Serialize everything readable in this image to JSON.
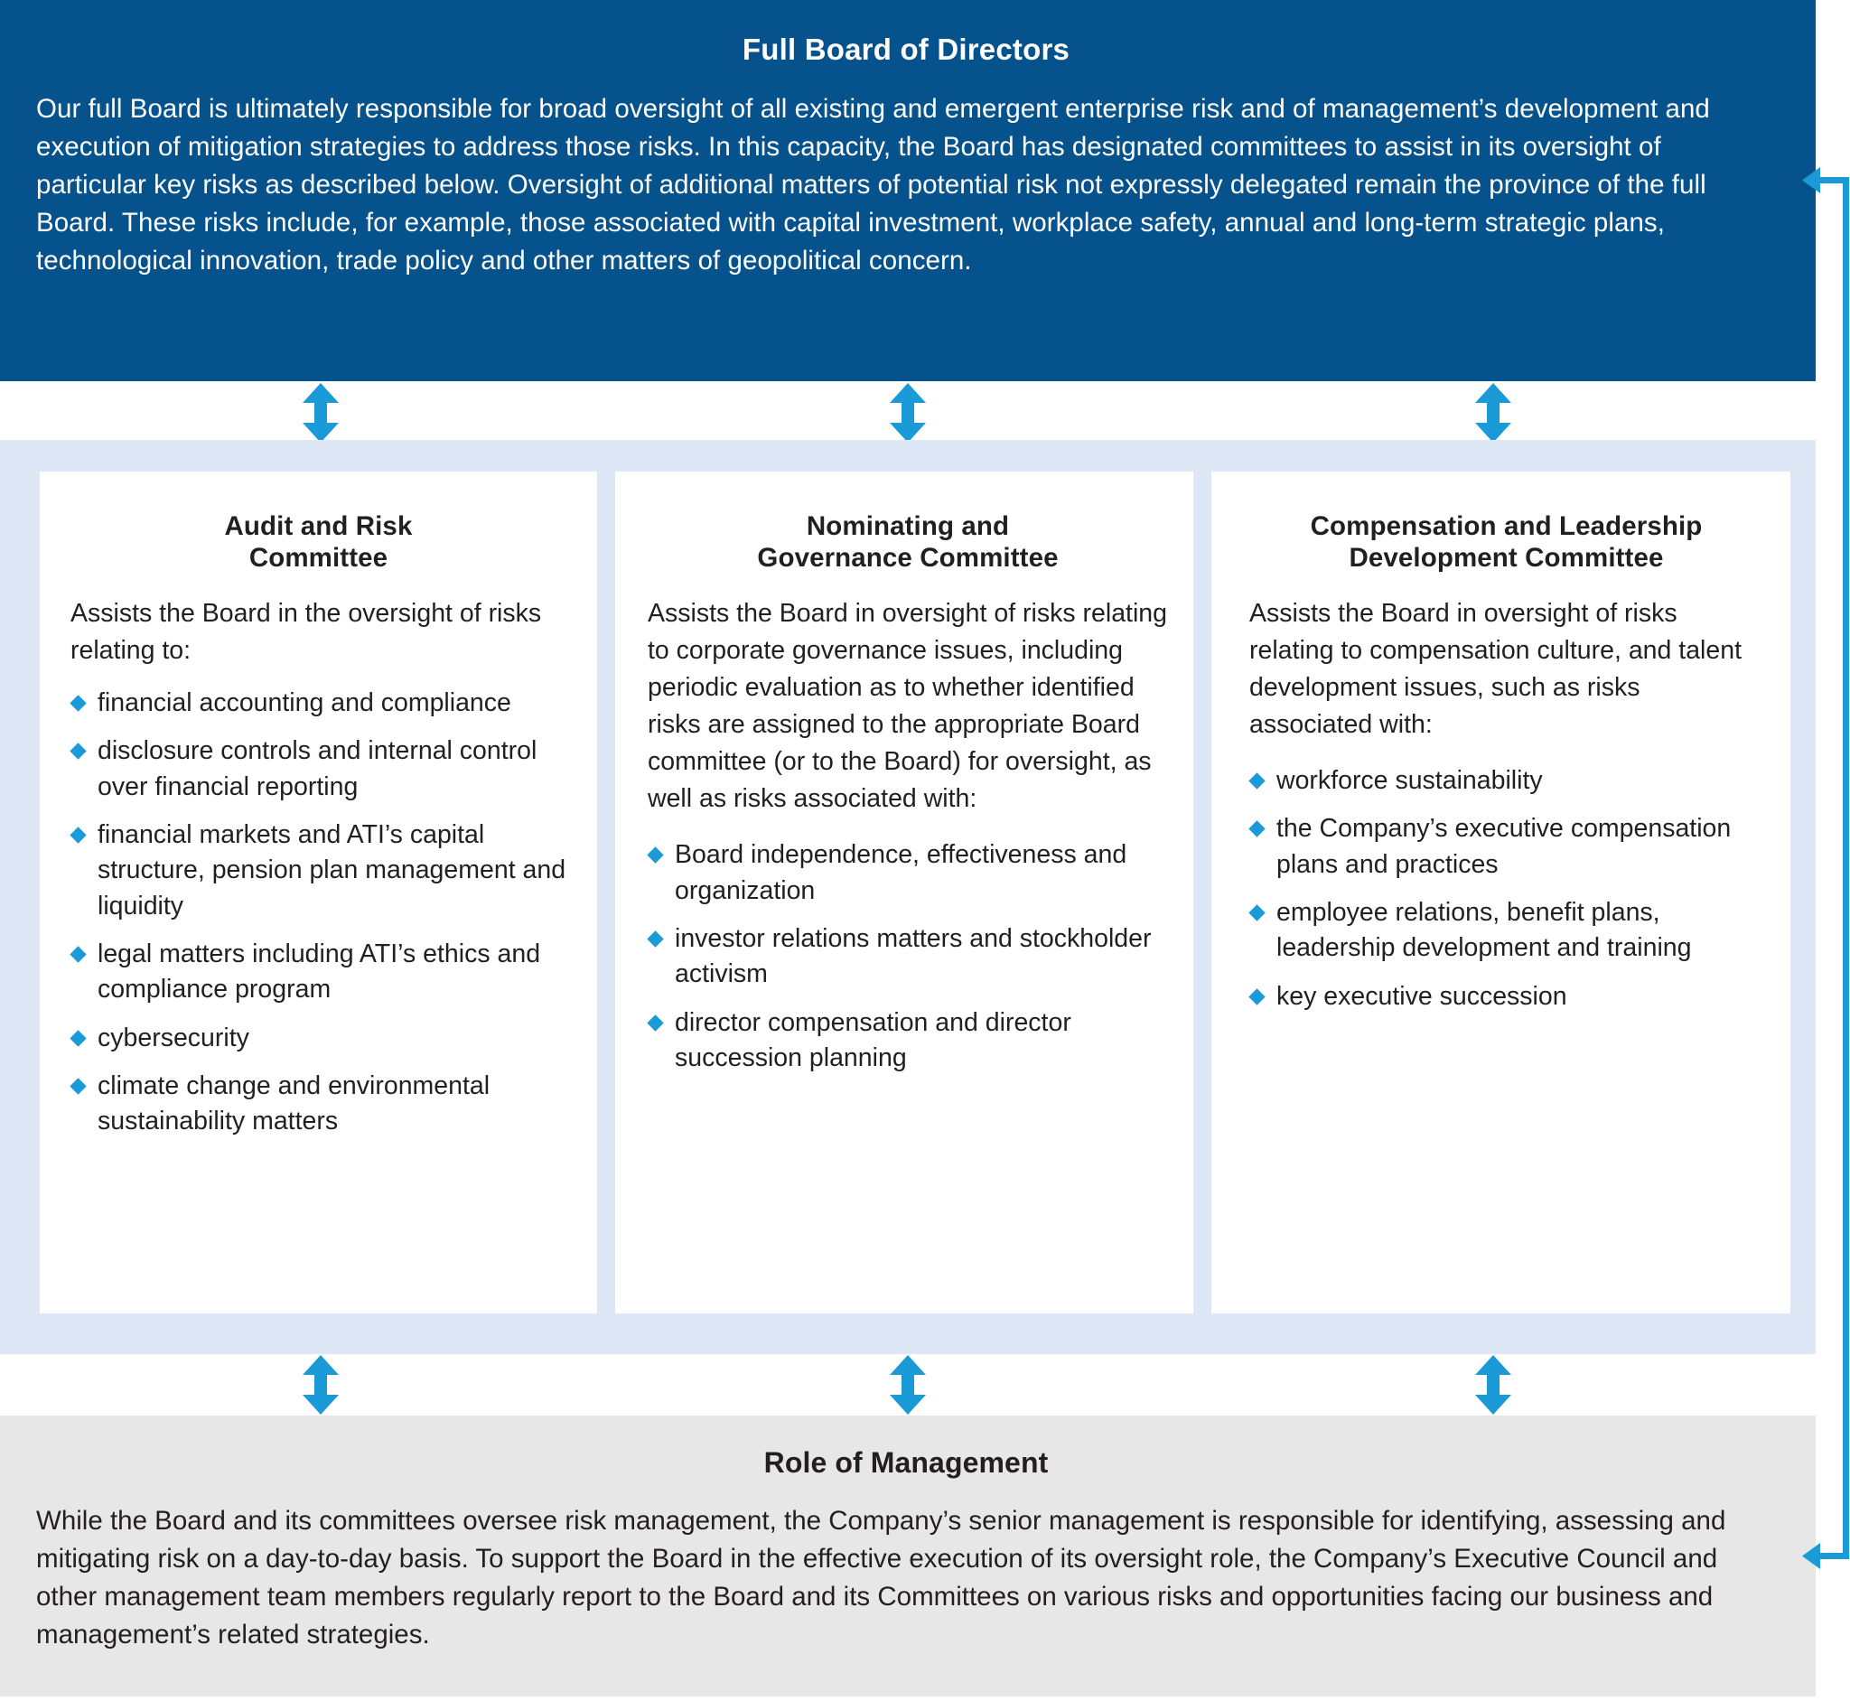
{
  "colors": {
    "board_bg": "#05528D",
    "committees_band_bg": "#DDE7F6",
    "card_bg": "#FFFFFF",
    "management_bg": "#E7E7E7",
    "accent_blue": "#1A9BD8",
    "bullet_diamond": "#1A9BD8",
    "text_dark": "#231F20",
    "text_light": "#FFFFFF"
  },
  "board": {
    "title": "Full Board of Directors",
    "body": "Our full Board is ultimately responsible for broad oversight of all existing and emergent enterprise risk and of management’s development and execution of mitigation strategies to address those risks. In this capacity, the Board has designated committees to assist in its oversight of particular key risks as described below. Oversight of additional matters of potential risk not expressly delegated remain the province of the full Board. These risks include, for example, those associated with capital investment, workplace safety, annual and long-term strategic plans, technological innovation, trade policy and other matters of geopolitical concern."
  },
  "committees": [
    {
      "title": "Audit and Risk Committee",
      "title_line1": "Audit and Risk",
      "title_line2": "Committee",
      "intro": "Assists the Board in the oversight of risks relating to:",
      "bullets": [
        "financial accounting and compliance",
        "disclosure controls and internal control over financial reporting",
        "financial markets and ATI’s capital structure, pension plan management and liquidity",
        "legal matters including ATI’s ethics and compliance program",
        "cybersecurity",
        "climate change and environmental sustainability matters"
      ]
    },
    {
      "title": "Nominating and Governance Committee",
      "title_line1": "Nominating and",
      "title_line2": "Governance Committee",
      "intro": "Assists the Board in oversight of risks relating to corporate governance issues, including periodic evaluation as to whether identified risks are assigned to the appropriate Board committee (or to the Board) for oversight, as well as risks associated with:",
      "bullets": [
        "Board independence, effectiveness and organization",
        "investor relations matters and stockholder activism",
        "director compensation and director succession planning"
      ]
    },
    {
      "title": "Compensation and Leadership Development Committee",
      "title_line1": "Compensation and Leadership",
      "title_line2": "Development Committee",
      "intro": "Assists the Board in oversight of risks relating to compensation culture, and talent development issues, such as risks associated with:",
      "bullets": [
        "workforce sustainability",
        "the Company’s executive compensation plans and practices",
        "employee relations, benefit plans, leadership development and training",
        "key executive succession"
      ]
    }
  ],
  "management": {
    "title": "Role of Management",
    "body": "While the Board and its committees oversee risk management, the Company’s senior management is responsible for identifying, assessing and mitigating risk on a day-to-day basis. To support the Board in the effective execution of its oversight role, the Company’s Executive Council and other management team members regularly report to the Board and its Committees on various risks and opportunities facing our business and management’s related strategies."
  },
  "connectors": {
    "top_arrows_icon": "double-headed-vertical-arrow-icon",
    "bottom_arrows_icon": "double-headed-vertical-arrow-icon",
    "feedback_icon": "left-pointing-arrow-icon",
    "count_top": 3,
    "count_bottom": 3
  }
}
